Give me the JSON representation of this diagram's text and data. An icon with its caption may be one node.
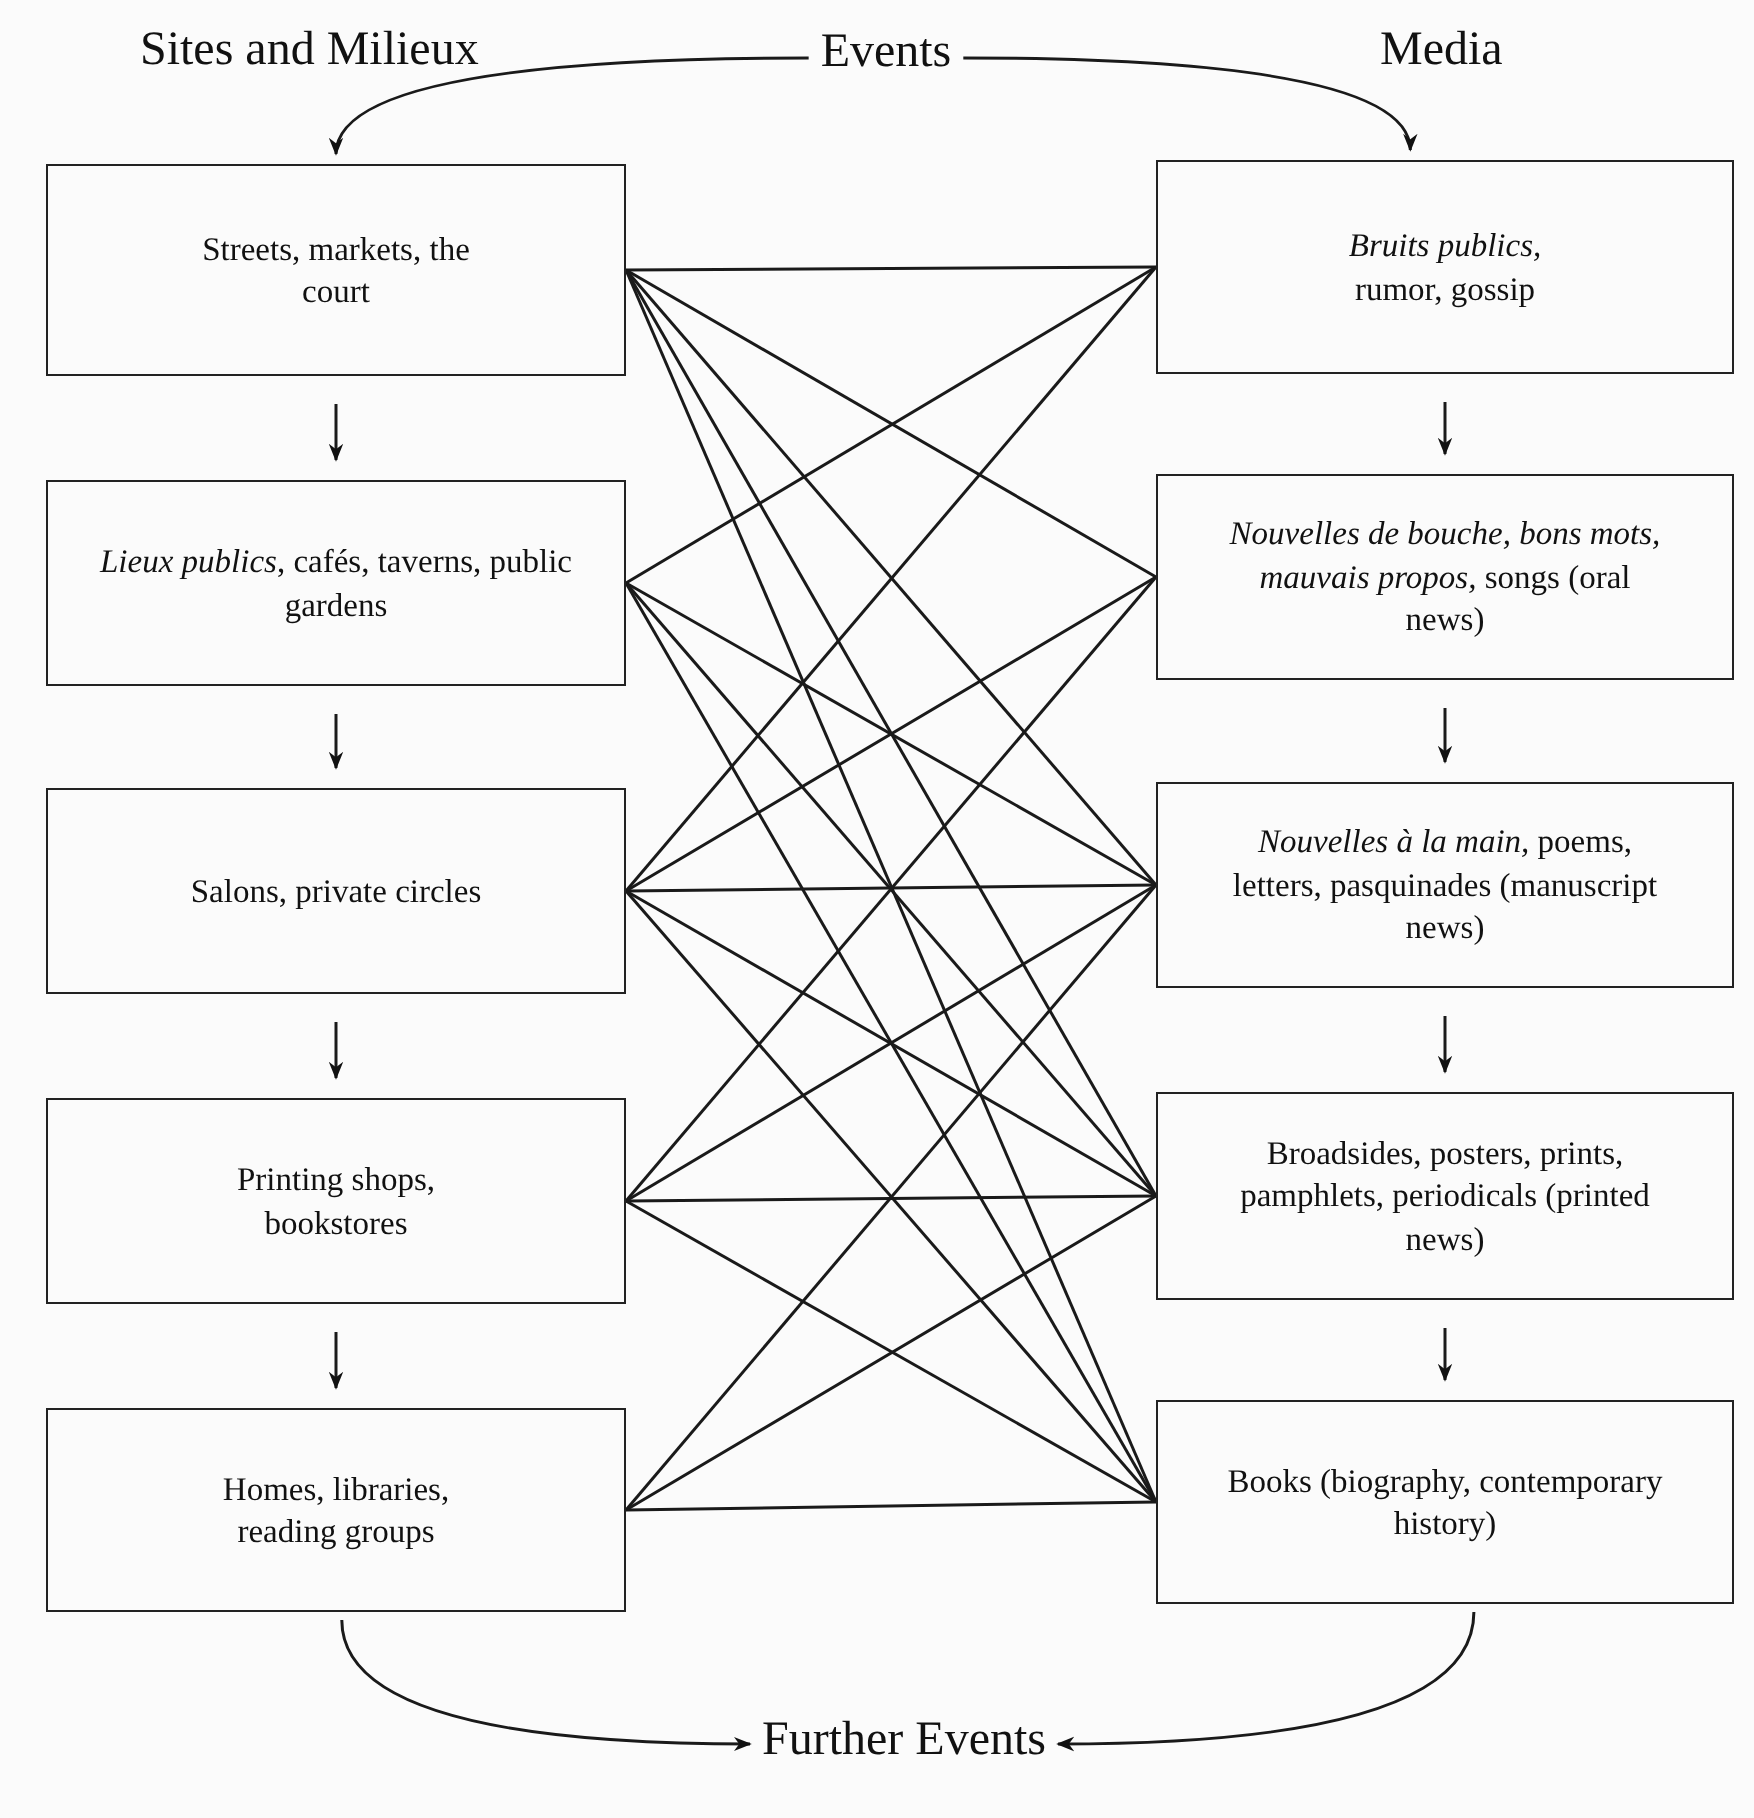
{
  "diagram": {
    "nodes": [
      {
        "text": [
          "Events"
        ]
      },
      {
        "text": [
          "Streets, markets, the court"
        ]
      },
      {
        "text": [
          "*Lieux publics*, cafés, taverns, public gardens"
        ]
      },
      {
        "text": [
          "Salons, private circles"
        ]
      },
      {
        "text": [
          "Printing shops, bookstores"
        ]
      },
      {
        "text": [
          "Homes, libraries, reading groups"
        ]
      },
      {
        "text": [
          "*Bruits publics,* rumor, gossip"
        ]
      },
      {
        "text": [
          "*Nouvelles de bouche, bons mots, mauvais propos,* songs (oral news)"
        ]
      },
      {
        "text": [
          "*Nouvelles à la main,* poems, letters, pasquinades (manuscript news)"
        ]
      },
      {
        "text": [
          "Broadsides, posters, prints, pamphlets, periodicals (printed news)"
        ]
      },
      {
        "text": [
          "Books (biography, contemporary history)"
        ]
      },
      {
        "text": [
          "Further Events"
        ]
      }
    ],
    "edges": [
      {
        "from": 0,
        "to": 1,
        "arrow": "to"
      },
      {
        "from": 0,
        "to": 6,
        "arrow": "to"
      },
      {
        "from": 1,
        "to": 2,
        "arrow": "to"
      },
      {
        "from": 2,
        "to": 3,
        "arrow": "to"
      },
      {
        "from": 3,
        "to": 4,
        "arrow": "to"
      },
      {
        "from": 4,
        "to": 5,
        "arrow": "to"
      },
      {
        "from": 6,
        "to": 7,
        "arrow": "to"
      },
      {
        "from": 7,
        "to": 8,
        "arrow": "to"
      },
      {
        "from": 8,
        "to": 9,
        "arrow": "to"
      },
      {
        "from": 9,
        "to": 10,
        "arrow": "to"
      },
      {
        "from": 5,
        "to": 11,
        "arrow": "to"
      },
      {
        "from": 10,
        "to": 11,
        "arrow": "to"
      },
      {
        "from": 1,
        "to": 6,
        "arrow": "none"
      },
      {
        "from": 1,
        "to": 7,
        "arrow": "none"
      },
      {
        "from": 1,
        "to": 8,
        "arrow": "none"
      },
      {
        "from": 1,
        "to": 9,
        "arrow": "none"
      },
      {
        "from": 1,
        "to": 10,
        "arrow": "none"
      },
      {
        "from": 2,
        "to": 6,
        "arrow": "none"
      },
      {
        "from": 2,
        "to": 8,
        "arrow": "none"
      },
      {
        "from": 2,
        "to": 9,
        "arrow": "none"
      },
      {
        "from": 2,
        "to": 10,
        "arrow": "none"
      },
      {
        "from": 3,
        "to": 6,
        "arrow": "none"
      },
      {
        "from": 3,
        "to": 7,
        "arrow": "none"
      },
      {
        "from": 3,
        "to": 8,
        "arrow": "none"
      },
      {
        "from": 3,
        "to": 9,
        "arrow": "none"
      },
      {
        "from": 3,
        "to": 10,
        "arrow": "none"
      },
      {
        "from": 4,
        "to": 7,
        "arrow": "none"
      },
      {
        "from": 4,
        "to": 8,
        "arrow": "none"
      },
      {
        "from": 4,
        "to": 9,
        "arrow": "none"
      },
      {
        "from": 4,
        "to": 10,
        "arrow": "none"
      },
      {
        "from": 5,
        "to": 8,
        "arrow": "none"
      },
      {
        "from": 5,
        "to": 9,
        "arrow": "none"
      },
      {
        "from": 5,
        "to": 10,
        "arrow": "none"
      }
    ],
    "labels": [
      "Sites and Milieux",
      "Media"
    ]
  }
}
